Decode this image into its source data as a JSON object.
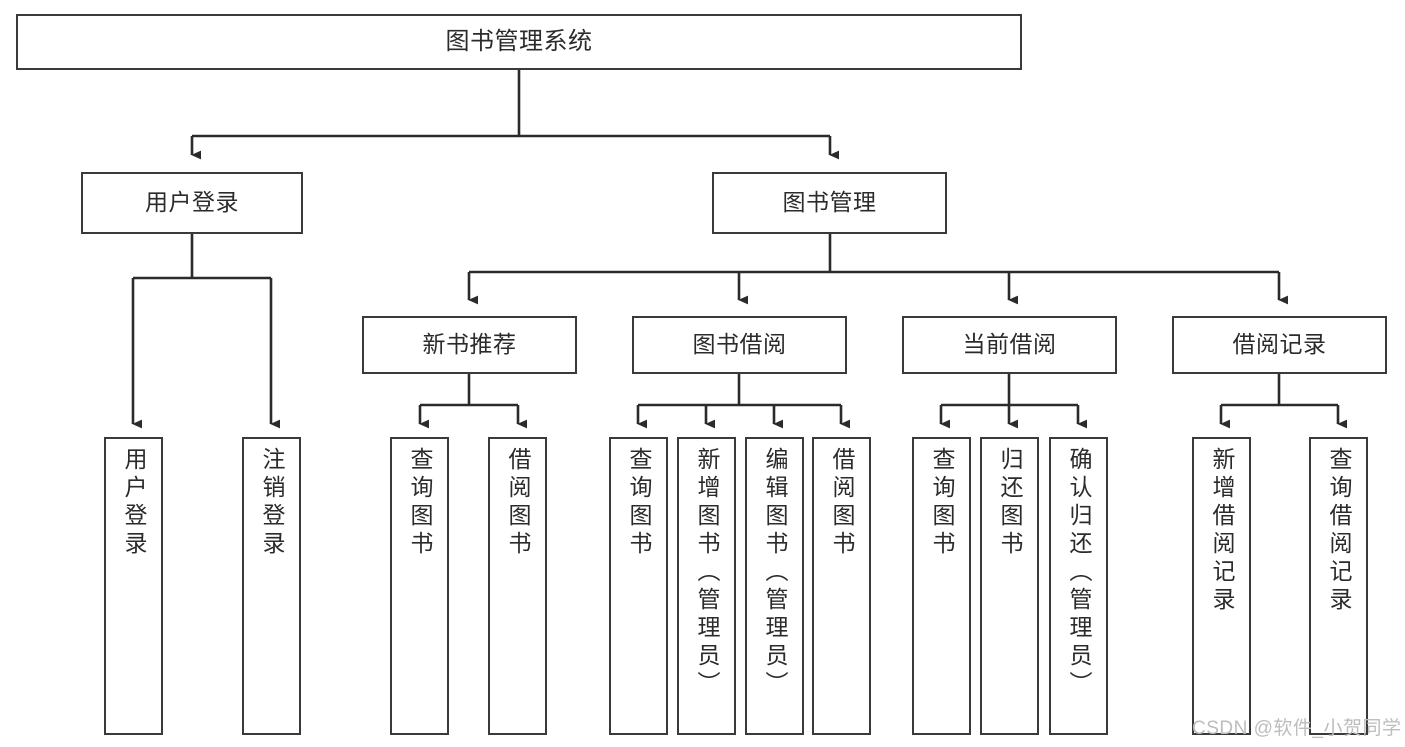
{
  "diagram": {
    "title": "图书管理系统",
    "type": "function-structure-tree",
    "watermark": "CSDN @软件_小贺同学",
    "colors": {
      "background": "#ffffff",
      "box_border": "#3a3a3a",
      "edge": "#2b2b2b",
      "text": "#2b2b2b",
      "watermark": "#bdbdbd"
    },
    "nodes": {
      "root": {
        "label": "图书管理系统"
      },
      "level2": [
        {
          "id": "user-login",
          "label": "用户登录"
        },
        {
          "id": "book-manage",
          "label": "图书管理"
        }
      ],
      "level3": [
        {
          "id": "new-book-recommend",
          "label": "新书推荐"
        },
        {
          "id": "book-borrow",
          "label": "图书借阅"
        },
        {
          "id": "current-borrow",
          "label": "当前借阅"
        },
        {
          "id": "borrow-record",
          "label": "借阅记录"
        }
      ],
      "leaves": {
        "user_login": [
          {
            "id": "leaf-user-login",
            "label": "用户登录"
          },
          {
            "id": "leaf-logout-login",
            "label": "注销登录"
          }
        ],
        "new_book_recommend": [
          {
            "id": "leaf-query-book-1",
            "label": "查询图书"
          },
          {
            "id": "leaf-borrow-book-1",
            "label": "借阅图书"
          }
        ],
        "book_borrow": [
          {
            "id": "leaf-query-book-2",
            "label": "查询图书"
          },
          {
            "id": "leaf-add-book",
            "label": "新增图书（管理员）"
          },
          {
            "id": "leaf-edit-book",
            "label": "编辑图书（管理员）"
          },
          {
            "id": "leaf-borrow-book-2",
            "label": "借阅图书"
          }
        ],
        "current_borrow": [
          {
            "id": "leaf-query-book-3",
            "label": "查询图书"
          },
          {
            "id": "leaf-return-book",
            "label": "归还图书"
          },
          {
            "id": "leaf-confirm-return",
            "label": "确认归还（管理员）"
          }
        ],
        "borrow_record": [
          {
            "id": "leaf-add-record",
            "label": "新增借阅记录"
          },
          {
            "id": "leaf-query-record",
            "label": "查询借阅记录"
          }
        ]
      }
    }
  }
}
